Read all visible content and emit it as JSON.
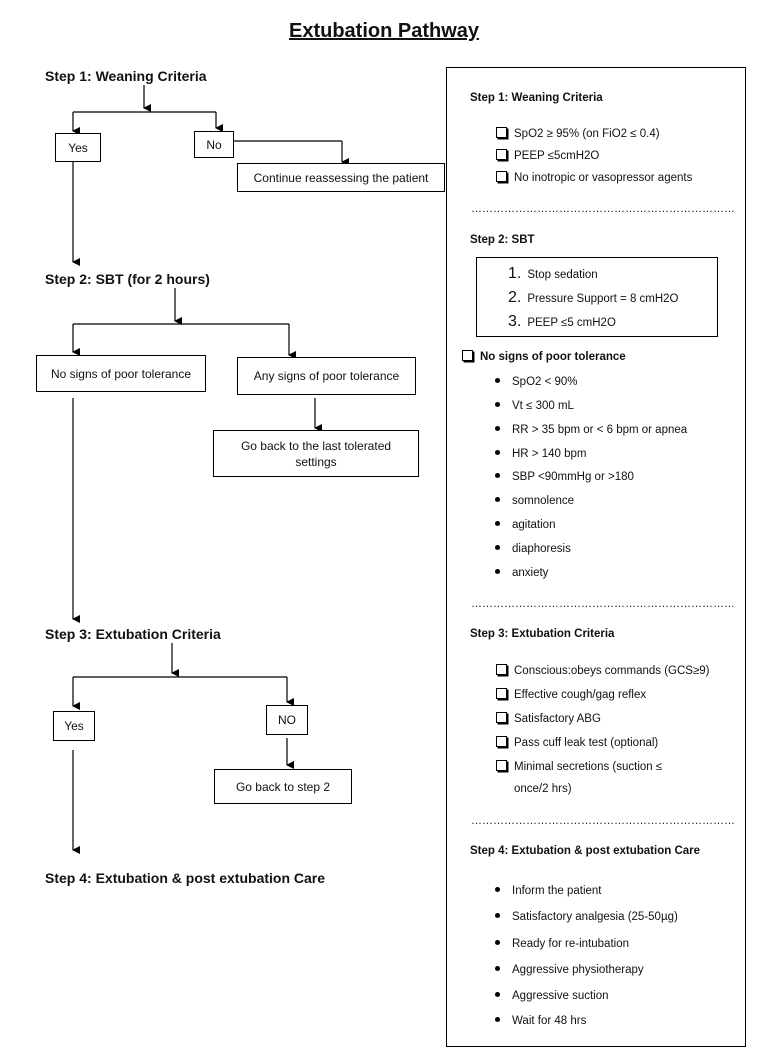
{
  "title": "Extubation Pathway",
  "flow": {
    "step1": "Step 1: Weaning Criteria",
    "step1_yes": "Yes",
    "step1_no": "No",
    "step1_no_action": "Continue reassessing the patient",
    "step2": "Step 2: SBT (for 2 hours)",
    "step2_ok": "No signs of poor tolerance",
    "step2_bad": "Any signs of poor tolerance",
    "step2_bad_action": "Go back to the last tolerated settings",
    "step3": "Step 3: Extubation Criteria",
    "step3_yes": "Yes",
    "step3_no": "NO",
    "step3_no_action": "Go back to step 2",
    "step4": "Step 4: Extubation & post extubation Care"
  },
  "panel": {
    "separator": "………………………………………………………………",
    "s1": {
      "heading": "Step 1: Weaning Criteria",
      "items": [
        "SpO2 ≥ 95% (on FiO2 ≤ 0.4)",
        "PEEP ≤5cmH2O",
        "No inotropic or vasopressor agents"
      ]
    },
    "s2": {
      "heading": "Step 2: SBT",
      "numbered": [
        {
          "n": "1.",
          "text": "Stop sedation"
        },
        {
          "n": "2.",
          "text": "Pressure Support = 8 cmH2O"
        },
        {
          "n": "3.",
          "text": "PEEP ≤5 cmH2O"
        }
      ],
      "check_heading": "No signs of poor tolerance",
      "signs": [
        "SpO2 < 90%",
        "Vt ≤ 300 mL",
        "RR > 35 bpm or < 6 bpm or apnea",
        "HR > 140 bpm",
        "SBP <90mmHg or >180",
        "somnolence",
        "agitation",
        "diaphoresis",
        "anxiety"
      ]
    },
    "s3": {
      "heading": "Step 3: Extubation Criteria",
      "items": [
        "Conscious:obeys commands (GCS≥9)",
        "Effective cough/gag reflex",
        "Satisfactory ABG",
        "Pass cuff leak test (optional)",
        "Minimal secretions (suction ≤"
      ],
      "item_cont": "once/2 hrs)"
    },
    "s4": {
      "heading": "Step 4: Extubation & post extubation Care",
      "items": [
        "Inform the patient",
        "Satisfactory analgesia (25-50µg)",
        "Ready for re-intubation",
        "Aggressive physiotherapy",
        "Aggressive suction",
        "Wait for 48 hrs"
      ]
    }
  }
}
